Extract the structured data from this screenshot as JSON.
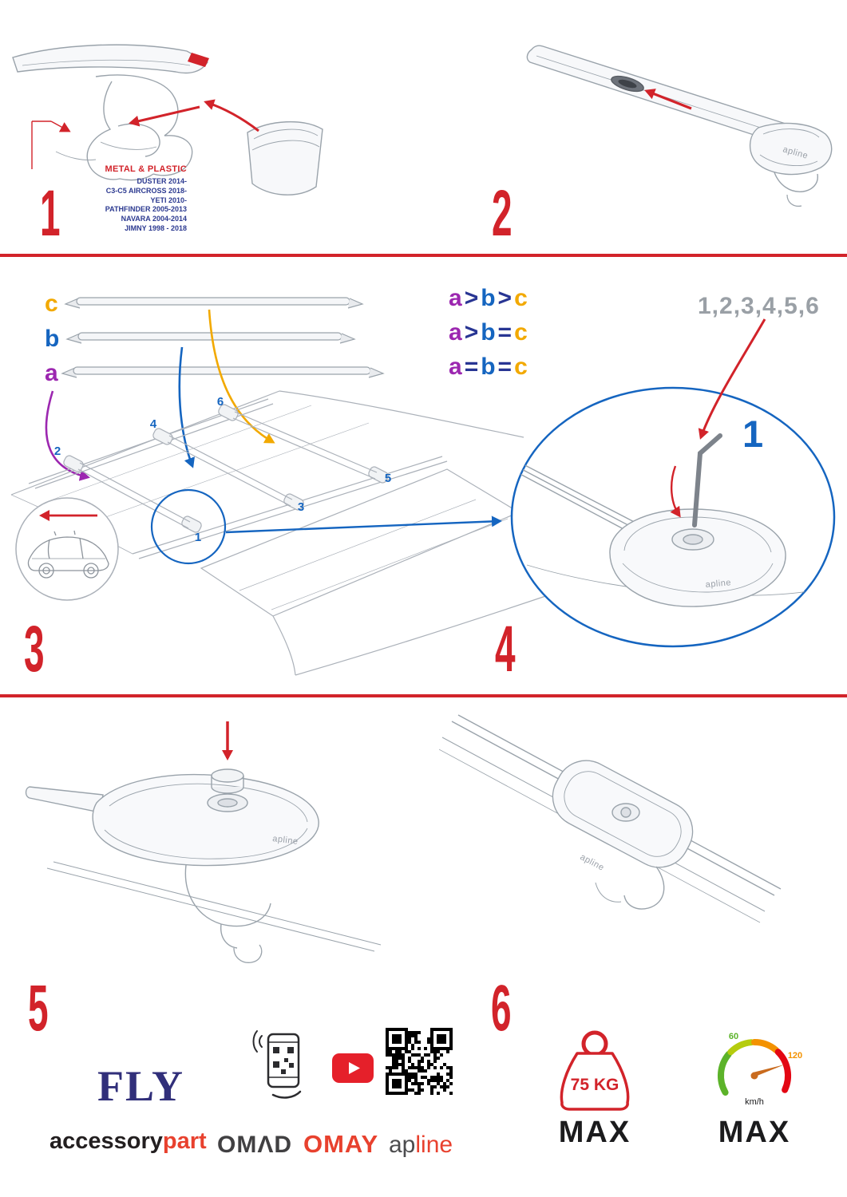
{
  "step1": {
    "number": "1",
    "material_label": "METAL & PLASTIC",
    "models": [
      "DUSTER 2014-",
      "C3-C5 AIRCROSS 2018-",
      "YETI 2010-",
      "PATHFINDER 2005-2013",
      "NAVARA 2004-2014",
      "JIMNY 1998 - 2018"
    ]
  },
  "step2": {
    "number": "2"
  },
  "step3": {
    "number": "3",
    "bars": [
      {
        "label": "c"
      },
      {
        "label": "b"
      },
      {
        "label": "a"
      }
    ],
    "formulas": [
      {
        "a": "a",
        "op1": ">",
        "b": "b",
        "op2": ">",
        "c": "c"
      },
      {
        "a": "a",
        "op1": ">",
        "b": "b",
        "op2": "=",
        "c": "c"
      },
      {
        "a": "a",
        "op1": "=",
        "b": "b",
        "op2": "=",
        "c": "c"
      }
    ],
    "positions": {
      "n1": "1",
      "n2": "2",
      "n3": "3",
      "n4": "4",
      "n5": "5",
      "n6": "6"
    }
  },
  "step4": {
    "number": "4",
    "tighten_order": "1,2,3,4,5,6",
    "first": "1"
  },
  "step5": {
    "number": "5"
  },
  "step6": {
    "number": "6"
  },
  "drawings": {
    "foot_logo": "apline"
  },
  "footer": {
    "fly": "FLY",
    "accessory": "accessory",
    "part": "part",
    "omad": "OMΛD",
    "omay": "OMAY",
    "apline_ap": "ap",
    "apline_line": "line",
    "weight": "75 KG",
    "weight_max": "MAX",
    "speed_low": "60",
    "speed_high": "120",
    "speed_unit": "km/h",
    "speed_max": "MAX"
  },
  "colors": {
    "accent_red": "#d2232a",
    "blue": "#1565c0",
    "purple": "#9c27b0",
    "amber": "#f2a900",
    "navy": "#283593",
    "brand_red": "#e8412e",
    "logo_navy": "#312f7a"
  },
  "icons": {
    "youtube": "play-button",
    "qr": "qr-code",
    "phone": "scan-qr-phone",
    "weight": "75kg-weight",
    "speedometer": "max-speed-gauge"
  }
}
